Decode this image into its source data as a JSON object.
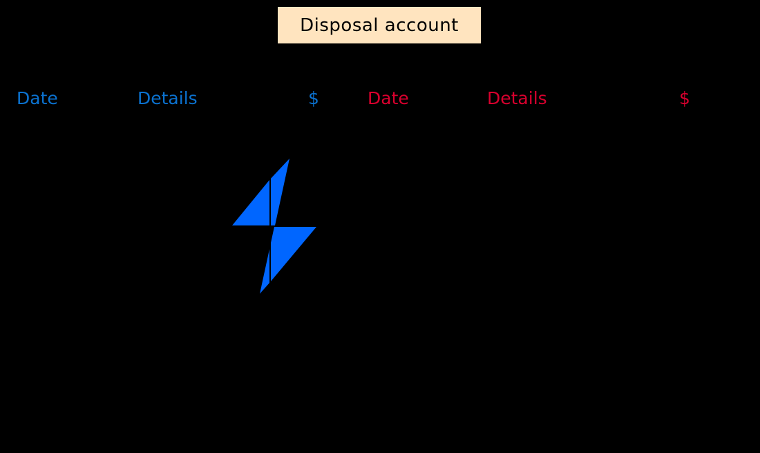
{
  "title": "Disposal account",
  "colors": {
    "background": "#000000",
    "title_background": "#ffe4bf",
    "debit_header": "#0b72d0",
    "credit_header": "#d9002e",
    "bolt": "#0066ff"
  },
  "debit_side": {
    "headers": [
      "Date",
      "Details",
      "$"
    ]
  },
  "credit_side": {
    "headers": [
      "Date",
      "Details",
      "$"
    ]
  },
  "icon": "lightning-bolt-icon"
}
